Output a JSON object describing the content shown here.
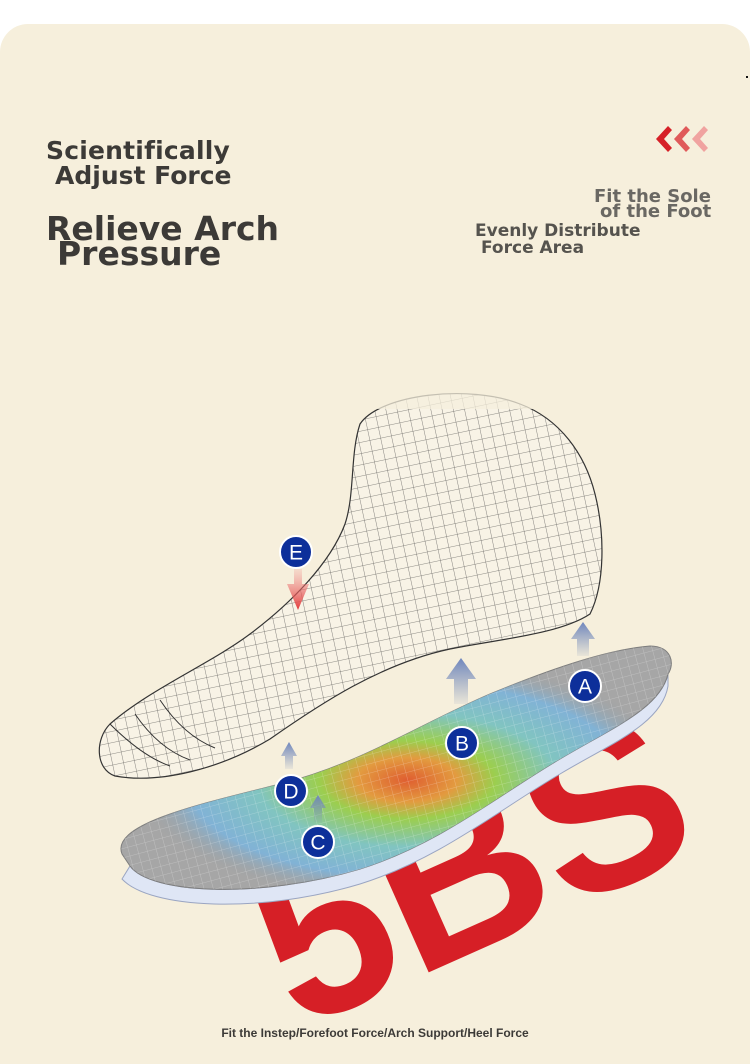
{
  "headline_1": [
    "Scientifically",
    "Adjust Force"
  ],
  "headline_2": [
    "Relieve Arch",
    "Pressure"
  ],
  "feature_1": [
    "Fit the Sole",
    "of the Foot"
  ],
  "feature_2": [
    "Evenly Distribute",
    "Force Area"
  ],
  "logo": "5BS",
  "points": [
    "A",
    "B",
    "C",
    "D",
    "E"
  ],
  "caption": "Fit the Instep/Forefoot Force/Arch Support/Heel Force",
  "icons": {
    "chevrons": "triple-left-chevron-icon",
    "arrows": "up-arrow-icon"
  },
  "colors": {
    "background": "#f6efdc",
    "headline": "#3c3a37",
    "badge": "#0d2f9a",
    "logo": "#d61f26",
    "chevron_1": "#d62027",
    "chevron_2": "#e05a5a",
    "chevron_3": "#f0a3a0"
  }
}
